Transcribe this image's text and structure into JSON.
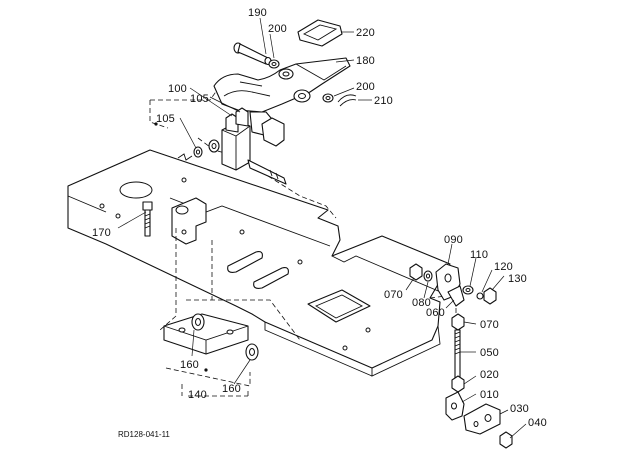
{
  "diagram": {
    "reference": "RD128-041-11",
    "callouts": [
      {
        "key": "p190",
        "label": "190"
      },
      {
        "key": "p200a",
        "label": "200"
      },
      {
        "key": "p220",
        "label": "220"
      },
      {
        "key": "p180",
        "label": "180"
      },
      {
        "key": "p200b",
        "label": "200"
      },
      {
        "key": "p210",
        "label": "210"
      },
      {
        "key": "p100",
        "label": "100"
      },
      {
        "key": "p105a",
        "label": "105"
      },
      {
        "key": "p105b",
        "label": "105"
      },
      {
        "key": "p170",
        "label": "170"
      },
      {
        "key": "p090",
        "label": "090"
      },
      {
        "key": "p110",
        "label": "110"
      },
      {
        "key": "p120",
        "label": "120"
      },
      {
        "key": "p130",
        "label": "130"
      },
      {
        "key": "p070a",
        "label": "070"
      },
      {
        "key": "p080",
        "label": "080"
      },
      {
        "key": "p060",
        "label": "060"
      },
      {
        "key": "p070b",
        "label": "070"
      },
      {
        "key": "p050",
        "label": "050"
      },
      {
        "key": "p020",
        "label": "020"
      },
      {
        "key": "p010",
        "label": "010"
      },
      {
        "key": "p030",
        "label": "030"
      },
      {
        "key": "p040",
        "label": "040"
      },
      {
        "key": "p160a",
        "label": "160"
      },
      {
        "key": "p160b",
        "label": "160"
      },
      {
        "key": "p140",
        "label": "140"
      }
    ]
  }
}
